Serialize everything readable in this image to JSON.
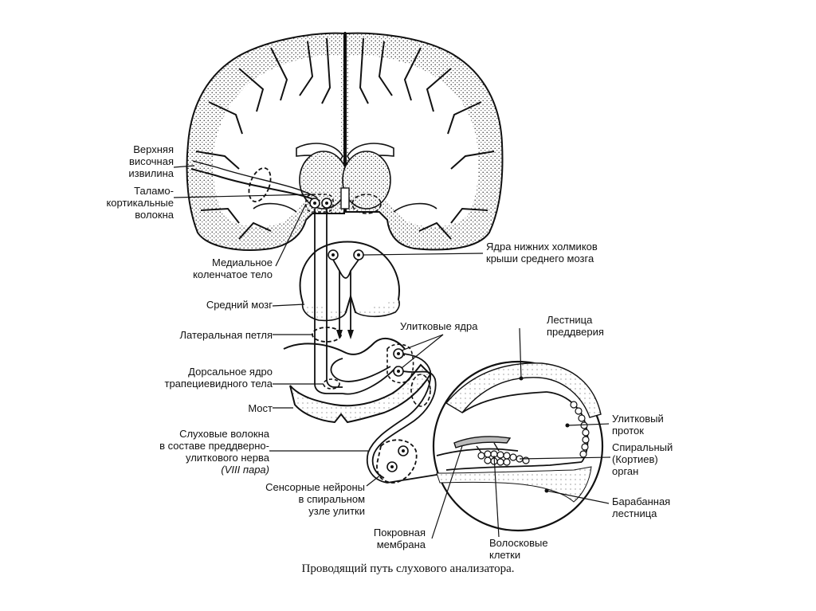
{
  "labels": {
    "upper_temporal_gyrus": "Верхняя\nвисочная\nизвилина",
    "thalamocortical_fibers": "Таламо-\nкортикальные\nволокна",
    "medial_geniculate_body": "Медиальное\nколенчатое тело",
    "midbrain": "Средний мозг",
    "lateral_lemniscus": "Латеральная петля",
    "dorsal_trapezoid_nucleus": "Дорсальное ядро\nтрапециевидного тела",
    "pons": "Мост",
    "auditory_fibers_line1": "Слуховые волокна\nв составе преддверно-\nулиткового нерва",
    "auditory_fibers_line2": "(VIII пара)",
    "sensory_neurons": "Сенсорные нейроны\nв спиральном\nузле улитки",
    "tectorial_membrane": "Покровная\nмембрана",
    "inferior_colliculi_nuclei": "Ядра нижних холмиков\nкрыши среднего мозга",
    "cochlear_nuclei": "Улитковые ядра",
    "scala_vestibuli": "Лестница\nпреддверия",
    "cochlear_duct": "Улитковый\nпроток",
    "organ_of_corti": "Спиральный\n(Кортиев)\nорган",
    "scala_tympani": "Барабанная\nлестница",
    "hair_cells": "Волосковые\nклетки"
  },
  "caption": "Проводящий путь слухового анализатора."
}
